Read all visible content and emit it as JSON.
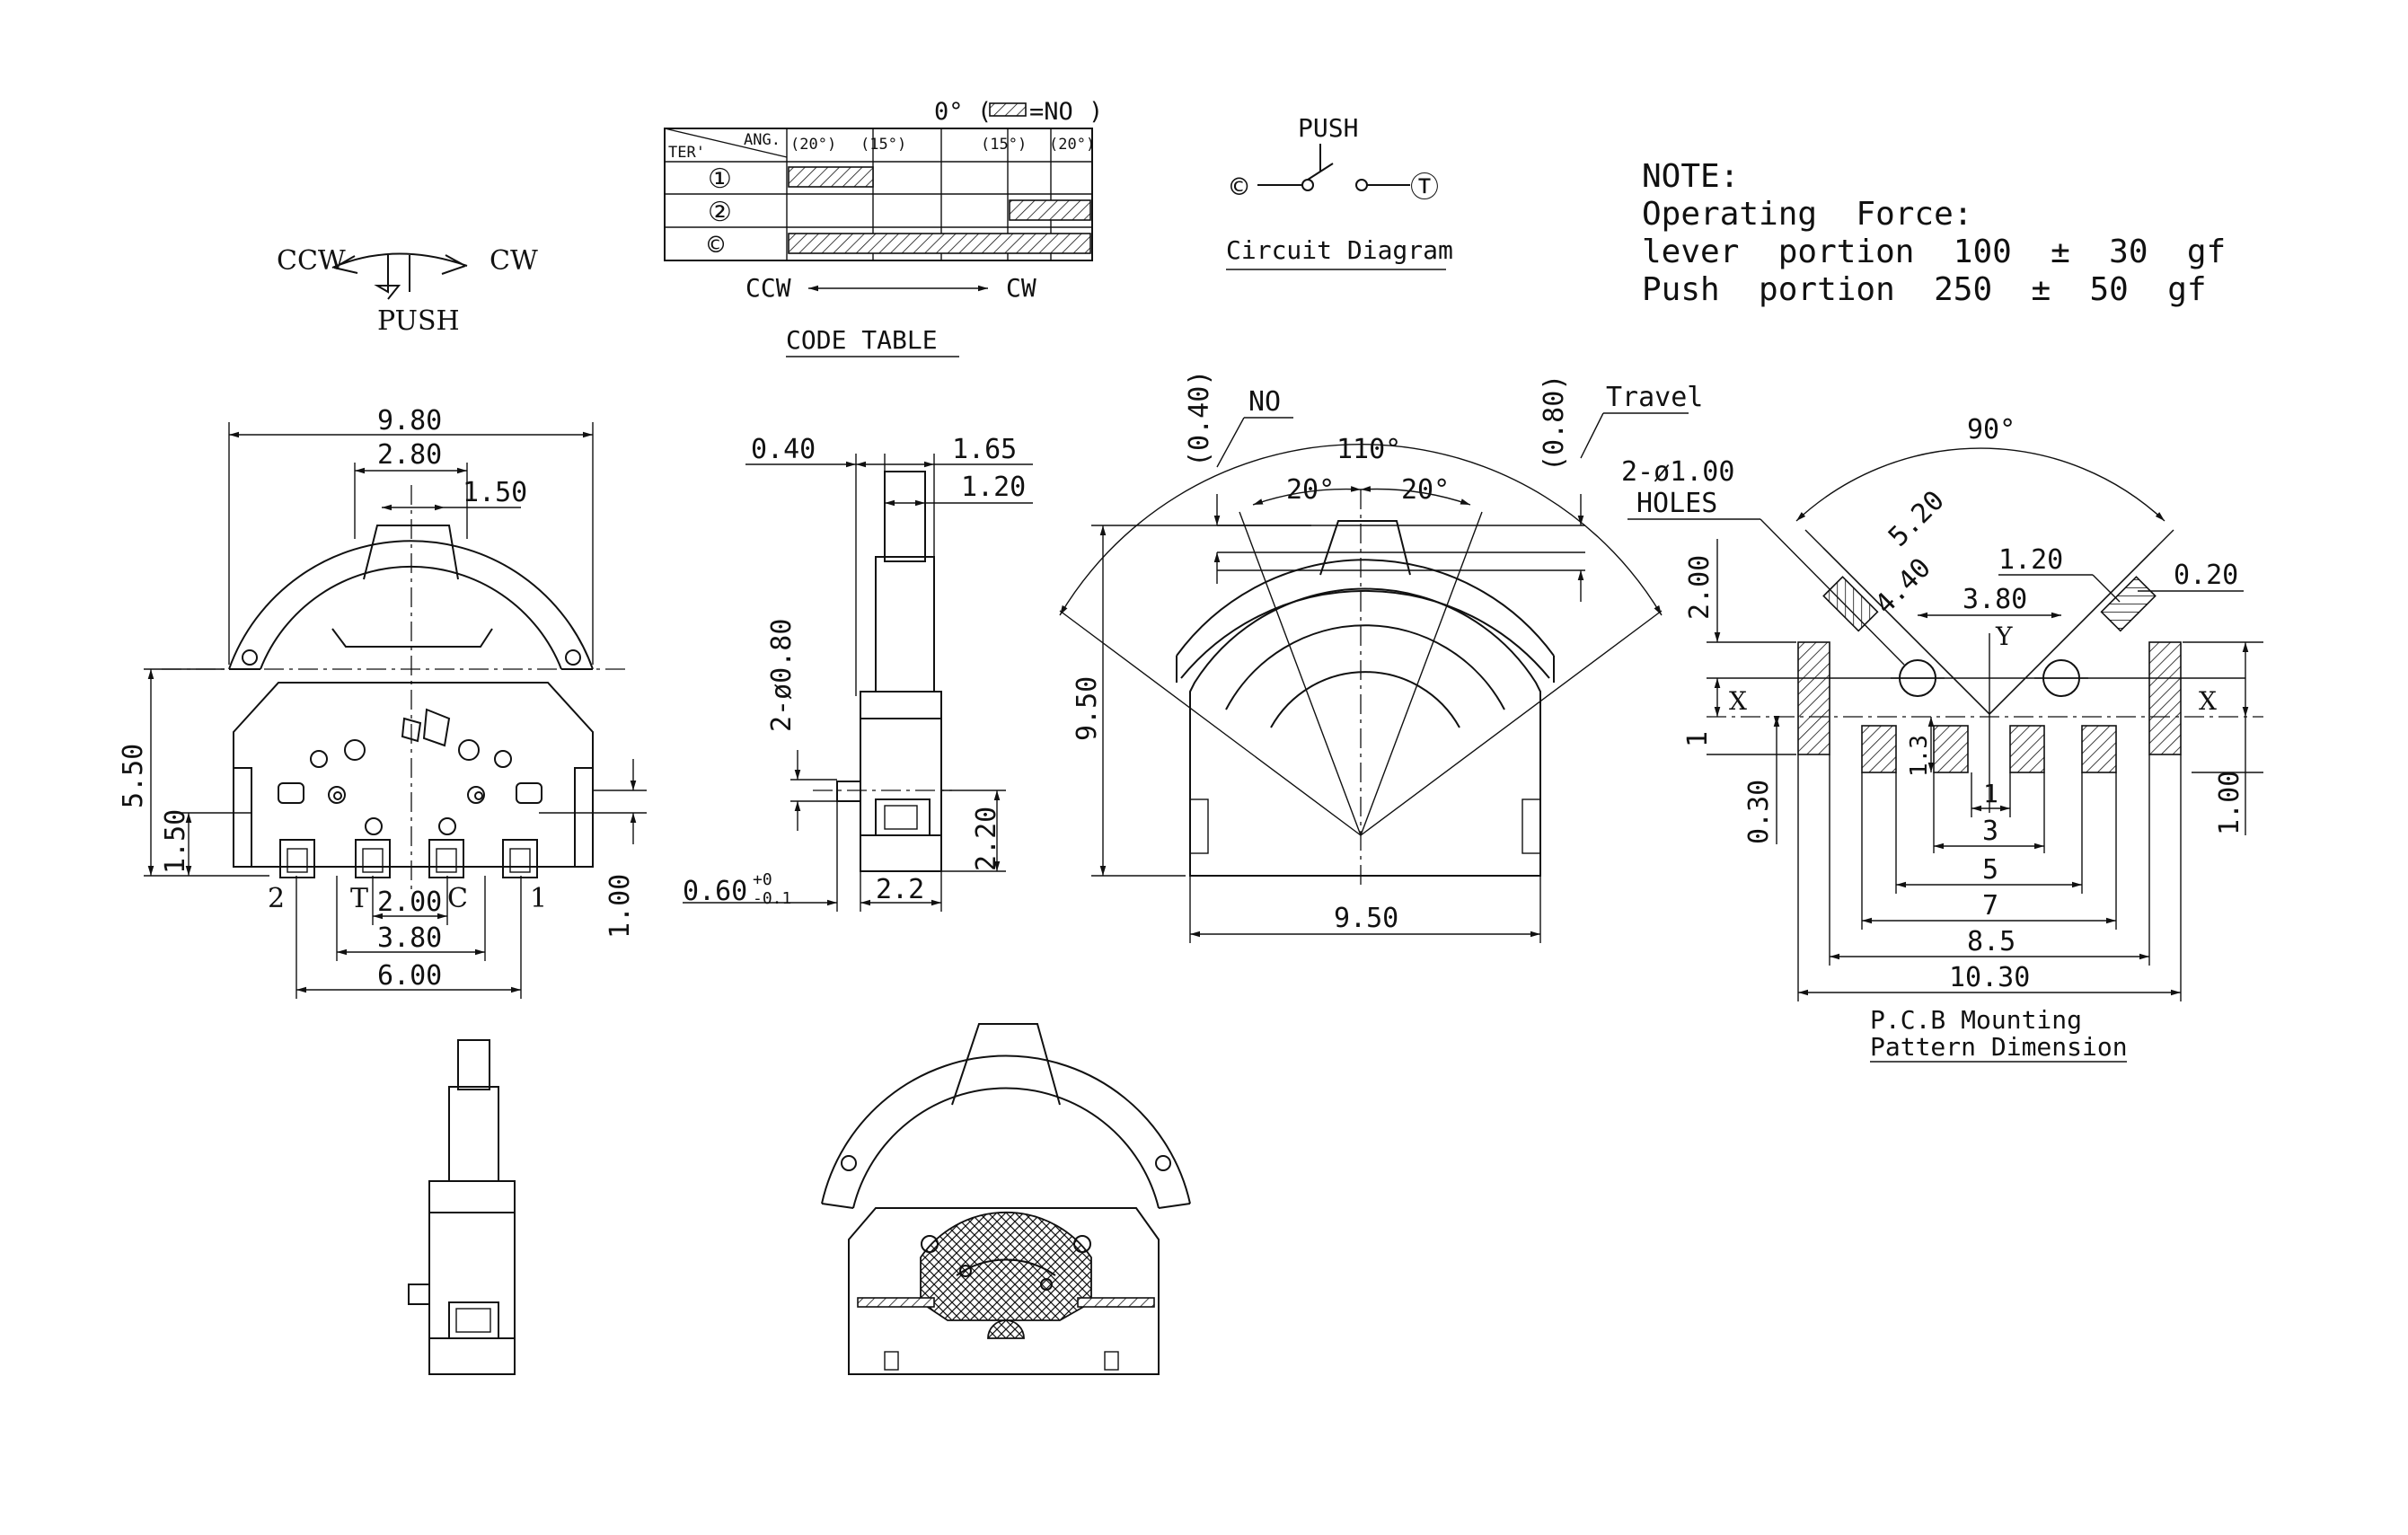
{
  "direction": {
    "ccw": "CCW",
    "cw": "CW",
    "push": "PUSH"
  },
  "code_table": {
    "title": "CODE TABLE",
    "legend_zero": "0°",
    "legend_no": "=NO",
    "header_ter": "TER'",
    "header_ang": "ANG.",
    "angles": [
      "(20°)",
      "(15°)",
      "(15°)",
      "(20°)"
    ],
    "rows": [
      "①",
      "②",
      "©"
    ],
    "ccw": "CCW",
    "cw": "CW"
  },
  "circuit": {
    "push": "PUSH",
    "c": "©",
    "t": "Ⓣ",
    "title": "Circuit Diagram"
  },
  "note": {
    "title": "NOTE:",
    "line1": "Operating  Force:",
    "line2": "lever  portion  100  ±  30  gf",
    "line3": "Push  portion  250  ±  50  gf"
  },
  "front_view": {
    "d_980": "9.80",
    "d_280": "2.80",
    "d_150": "1.50",
    "d_550": "5.50",
    "d_150b": "1.50",
    "d_100": "1.00",
    "d_200": "2.00",
    "d_380": "3.80",
    "d_600": "6.00",
    "t2": "2",
    "tT": "T",
    "tC": "C",
    "t1": "1"
  },
  "side_view": {
    "d_040": "0.40",
    "d_165": "1.65",
    "d_120": "1.20",
    "holes": "2-ø0.80",
    "d_220": "2.20",
    "d_060": "0.60",
    "tol_plus": "+0",
    "tol_minus": "-0.1",
    "d_22": "2.2"
  },
  "angle_view": {
    "no": "NO",
    "d_040": "(0.40)",
    "travel": "Travel",
    "d_080": "(0.80)",
    "a_110": "110°",
    "a_20a": "20°",
    "a_20b": "20°",
    "d_950v": "9.50",
    "d_950h": "9.50"
  },
  "pcb": {
    "a_90": "90°",
    "holes": "2-ø1.00",
    "holes_label": "HOLES",
    "d_520": "5.20",
    "d_440": "4.40",
    "d_380": "3.80",
    "d_120": "1.20",
    "d_020": "0.20",
    "d_200": "2.00",
    "x1": "X",
    "x2": "X",
    "y": "Y",
    "d_1": "1",
    "d_030": "0.30",
    "d_13": "1.3",
    "d_100": "1.00",
    "d_1b": "1",
    "d_3": "3",
    "d_5": "5",
    "d_7": "7",
    "d_85": "8.5",
    "d_1030": "10.30",
    "title1": "P.C.B Mounting",
    "title2": "Pattern Dimension"
  }
}
